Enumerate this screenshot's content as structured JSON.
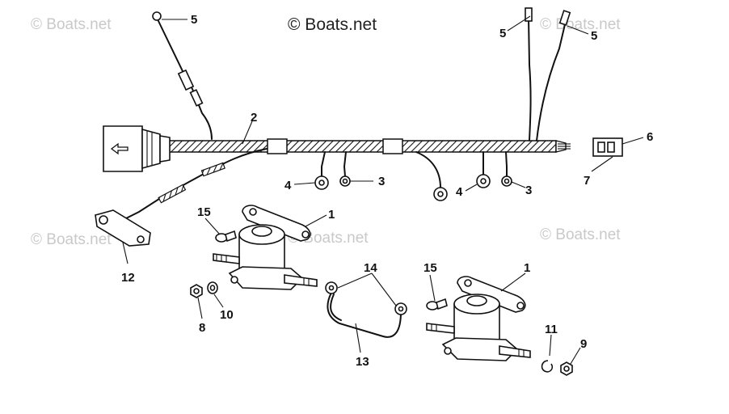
{
  "watermarks": {
    "main": "© Boats.net",
    "top_left": "© Boats.net",
    "top_right": "© Boats.net",
    "mid_left": "© Boats.net",
    "mid_center": "© Boats.net",
    "mid_right": "© Boats.net"
  },
  "callouts": {
    "c1a": "1",
    "c1b": "1",
    "c2": "2",
    "c3a": "3",
    "c3b": "3",
    "c4a": "4",
    "c4b": "4",
    "c5a": "5",
    "c5b": "5",
    "c5c": "5",
    "c6": "6",
    "c7": "7",
    "c8": "8",
    "c9": "9",
    "c10": "10",
    "c11": "11",
    "c12": "12",
    "c13": "13",
    "c14": "14",
    "c15a": "15",
    "c15b": "15"
  }
}
